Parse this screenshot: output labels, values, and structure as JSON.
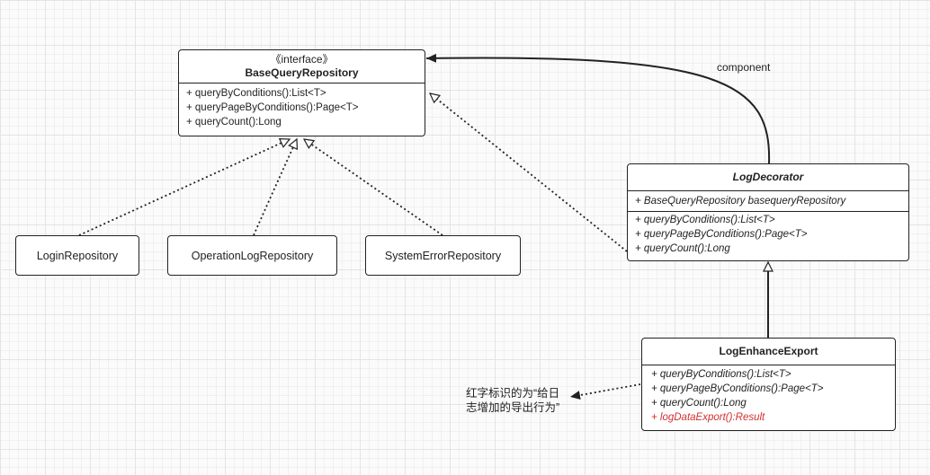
{
  "interface": {
    "stereotype": "《interface》",
    "name": "BaseQueryRepository",
    "methods": [
      "+ queryByConditions():List<T>",
      "+ queryPageByConditions():Page<T>",
      "+ queryCount():Long"
    ]
  },
  "implementations": [
    "LoginRepository",
    "OperationLogRepository",
    "SystemErrorRepository"
  ],
  "decorator": {
    "name": "LogDecorator",
    "field": "+ BaseQueryRepository basequeryRepository",
    "methods": [
      "+ queryByConditions():List<T>",
      "+ queryPageByConditions():Page<T>",
      "+ queryCount():Long"
    ]
  },
  "enhance": {
    "name": "LogEnhanceExport",
    "methods": [
      "+ queryByConditions():List<T>",
      "+ queryPageByConditions():Page<T>",
      "+ queryCount():Long"
    ],
    "extra_method": "+ logDataExport():Result"
  },
  "association_label": "component",
  "note": {
    "line1": "红字标识的为“给日",
    "line2": "志增加的导出行为”"
  },
  "colors": {
    "highlight": "#d32f2f",
    "stroke": "#222222"
  }
}
